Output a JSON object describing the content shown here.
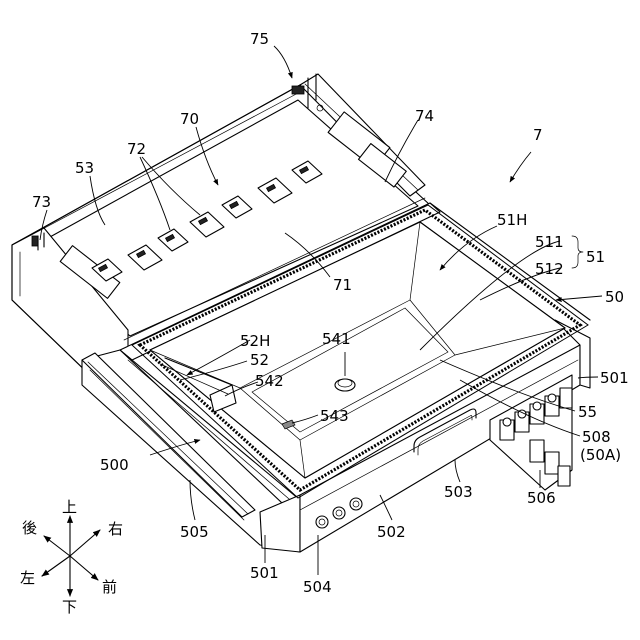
{
  "labels": {
    "r75": "75",
    "r70": "70",
    "r74": "74",
    "r72": "72",
    "r7": "7",
    "r53": "53",
    "r73": "73",
    "r51H": "51H",
    "r511": "511",
    "r51": "51",
    "r512": "512",
    "r71": "71",
    "r50": "50",
    "r52H": "52H",
    "r541": "541",
    "r52": "52",
    "r501a": "501",
    "r542": "542",
    "r543": "543",
    "r55": "55",
    "r508": "508",
    "r50A": "(50A)",
    "r500": "500",
    "r503": "503",
    "r506": "506",
    "r505": "505",
    "r502": "502",
    "r501b": "501",
    "r504": "504"
  },
  "directions": {
    "up": "上",
    "rear": "後",
    "right": "右",
    "left": "左",
    "front": "前",
    "down": "下"
  }
}
